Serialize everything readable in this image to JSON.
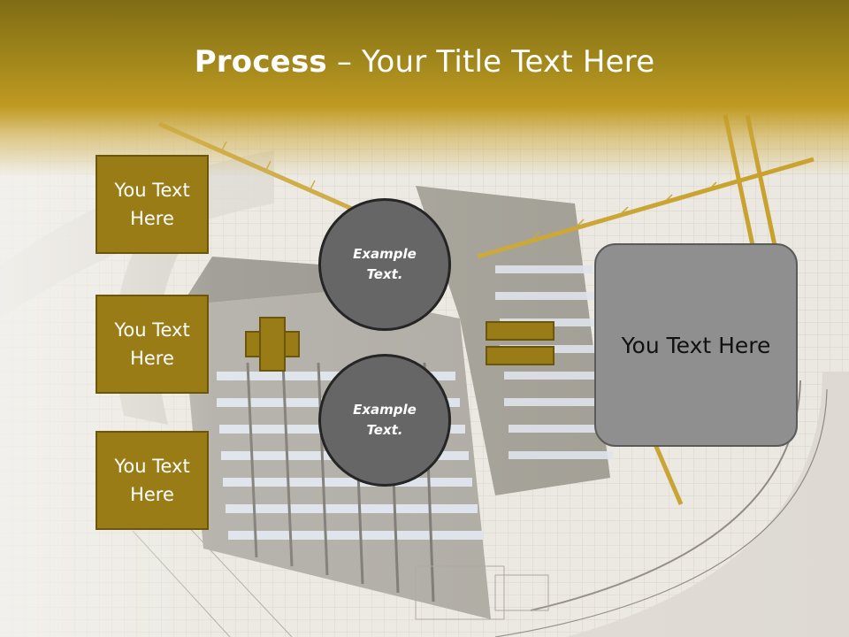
{
  "slide": {
    "title_bold": "Process",
    "title_rest": " – Your Title Text Here",
    "boxes": [
      {
        "line1": "You Text",
        "line2": "Here"
      },
      {
        "line1": "You Text",
        "line2": "Here"
      },
      {
        "line1": "You Text",
        "line2": "Here"
      }
    ],
    "circles": [
      {
        "line1": "Example",
        "line2": "Text."
      },
      {
        "line1": "Example",
        "line2": "Text."
      }
    ],
    "result": "You Text Here"
  },
  "colors": {
    "accent": "#9a7c16",
    "accent_border": "#6c560c",
    "circle": "#666666",
    "result": "#8f8f8f",
    "title_band": "#a58a1c"
  },
  "icons": [
    "plus-icon",
    "equals-icon"
  ]
}
